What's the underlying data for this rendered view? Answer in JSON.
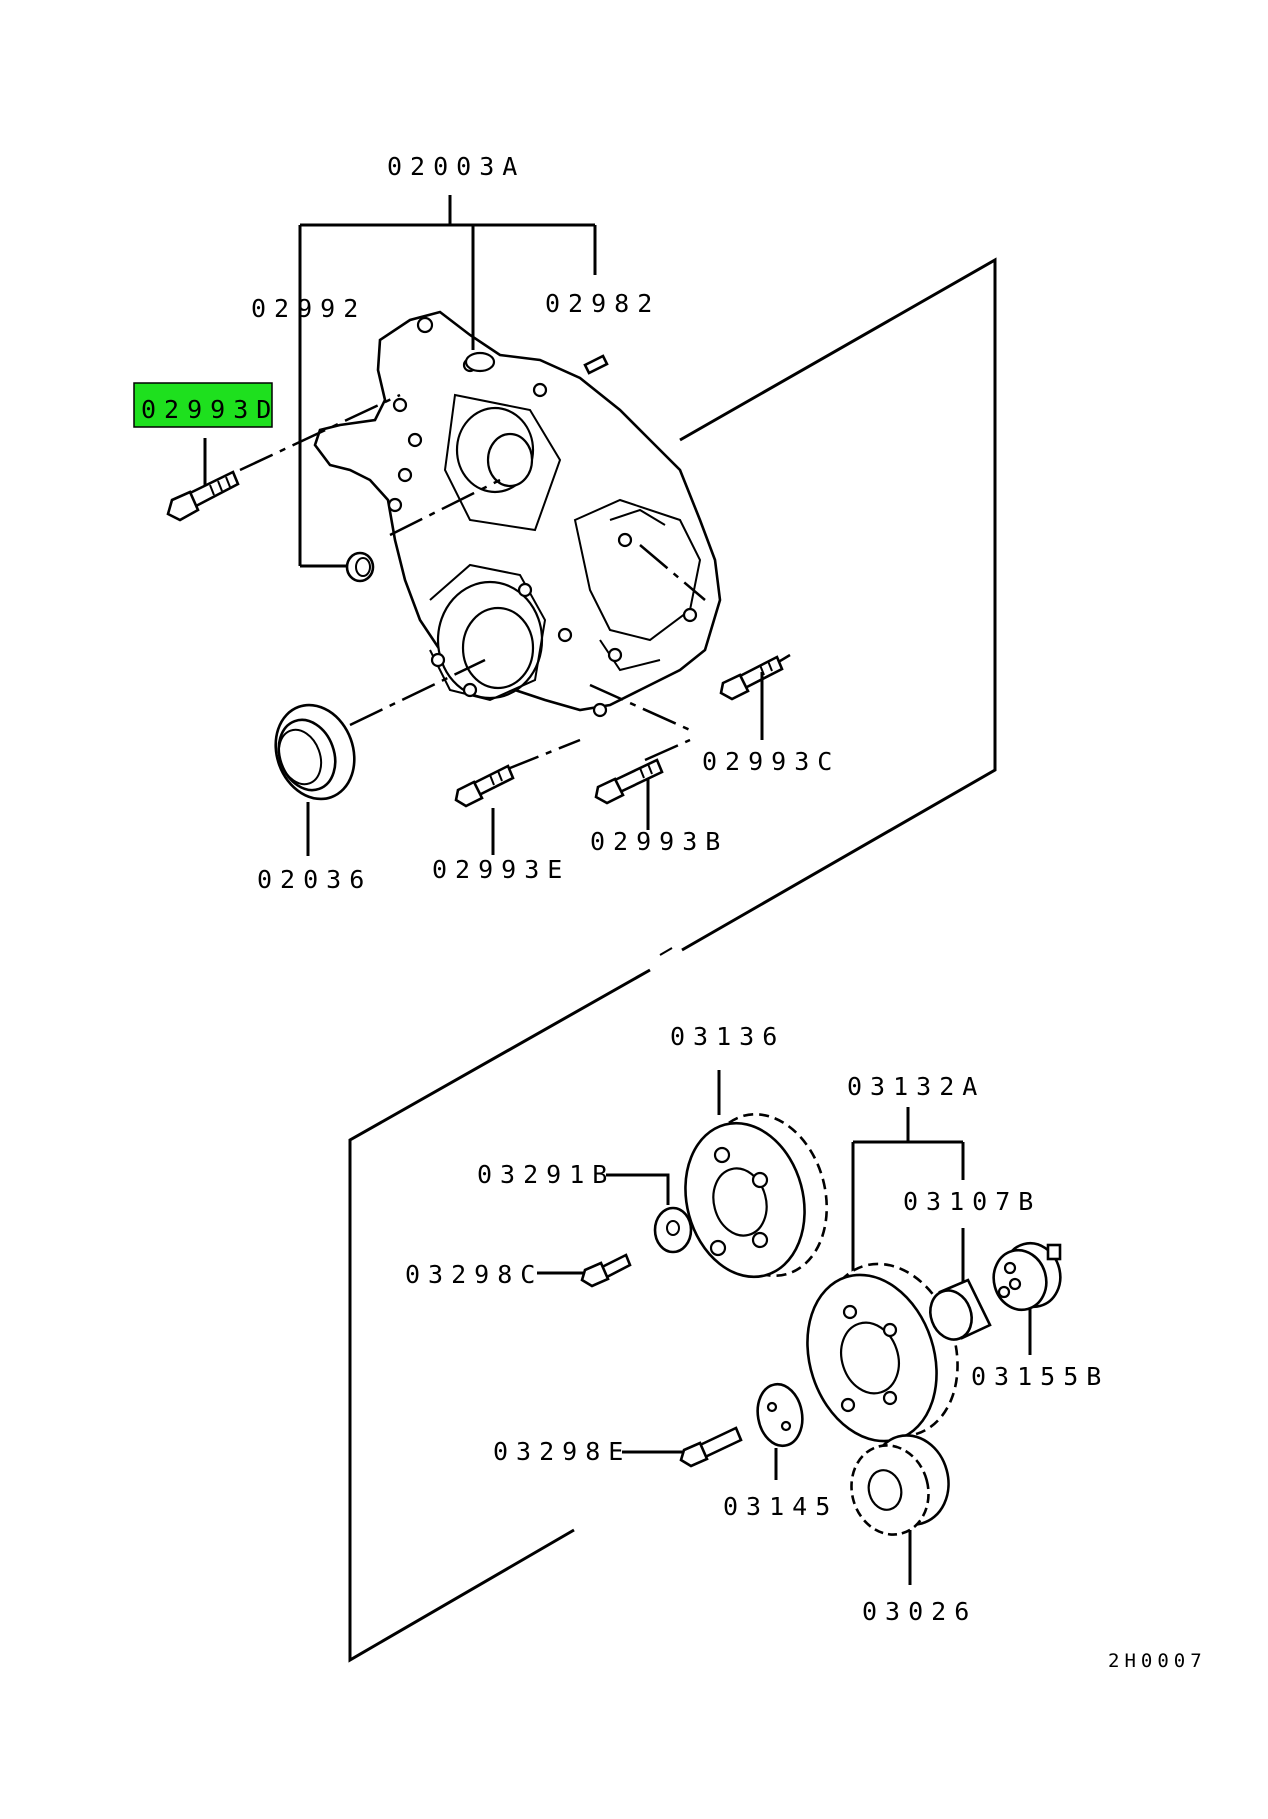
{
  "diagram": {
    "labels": {
      "assembly": "02003A",
      "plug": "02992",
      "pin": "02982",
      "highlight_bolt": "02993D",
      "bolt_c": "02993C",
      "bolt_b": "02993B",
      "bolt_e": "02993E",
      "oil_seal": "02036",
      "idler_gear": "03136",
      "gear_set": "03132A",
      "washer": "03291B",
      "bolt_298c": "03298C",
      "bushing": "03107B",
      "shaft": "03155B",
      "bolt_298e": "03298E",
      "thrust_plate": "03145",
      "crank_gear": "03026"
    },
    "reference_code": "2H0007",
    "highlight_color": "#1ee01e"
  }
}
